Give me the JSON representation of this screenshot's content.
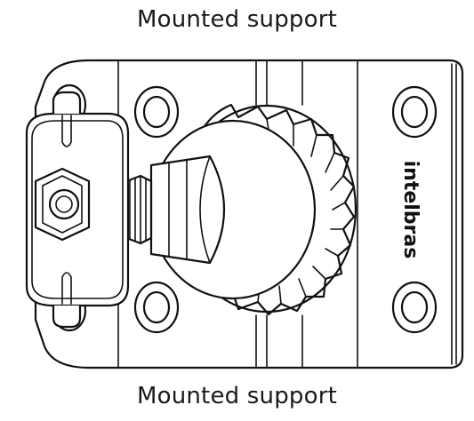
{
  "captions": {
    "top": "Mounted support",
    "bottom": "Mounted support"
  },
  "brand_logo_text": "intelbras",
  "colors": {
    "ink": "#111111",
    "background": "#ffffff"
  }
}
